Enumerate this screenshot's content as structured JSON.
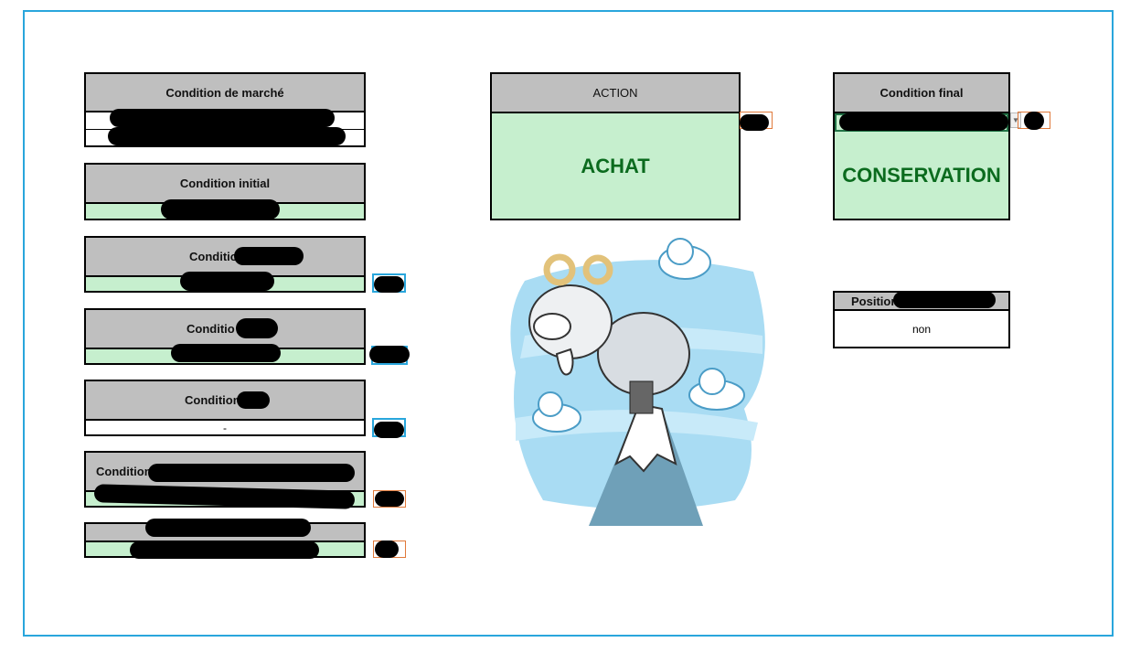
{
  "left_panel": {
    "market": {
      "header": "Condition de marché"
    },
    "initial": {
      "header": "Condition initial"
    },
    "cond3": {
      "header": "Conditio"
    },
    "cond4": {
      "header": "Conditio"
    },
    "cond5": {
      "header": "Condition",
      "value": "-"
    },
    "cond6": {
      "header": "Condition"
    }
  },
  "action": {
    "header": "ACTION",
    "value": "ACHAT"
  },
  "final": {
    "header": "Condition final",
    "value": "CONSERVATION"
  },
  "position": {
    "header": "Position",
    "value": "non"
  },
  "colors": {
    "header_bg": "#bfbfbf",
    "green_bg": "#c6efce",
    "green_text": "#0b6b1e",
    "frame": "#29a6dc"
  }
}
